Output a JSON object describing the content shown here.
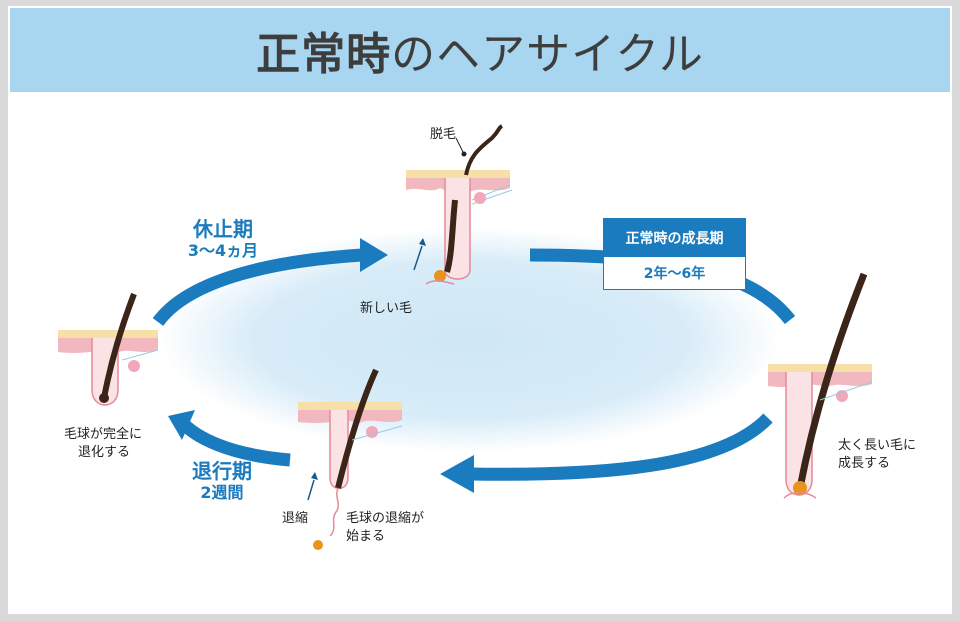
{
  "title": {
    "strong": "正常時",
    "rest": "のヘアサイクル"
  },
  "phases": {
    "resting": {
      "name": "休止期",
      "duration": "3〜4ヵ月"
    },
    "regression": {
      "name": "退行期",
      "duration": "2週間"
    },
    "growth": {
      "name": "正常時の成長期",
      "duration": "2年〜6年"
    }
  },
  "labels": {
    "shedding": "脱毛",
    "new_hair": "新しい毛",
    "thick_long_1": "太く長い毛に",
    "thick_long_2": "成長する",
    "bulb_regressed_1": "毛球が完全に",
    "bulb_regressed_2": "退化する",
    "shrink": "退縮",
    "bulb_shrink_1": "毛球の退縮が",
    "bulb_shrink_2": "始まる"
  },
  "colors": {
    "title_band": "#a8d5ef",
    "arrow": "#1a7bbf",
    "ellipse": "#d6ecf8",
    "skin_pink": "#f2b8c0",
    "skin_top": "#f6e0a8",
    "hair": "#3b2418",
    "bulb": "#e8941c"
  }
}
